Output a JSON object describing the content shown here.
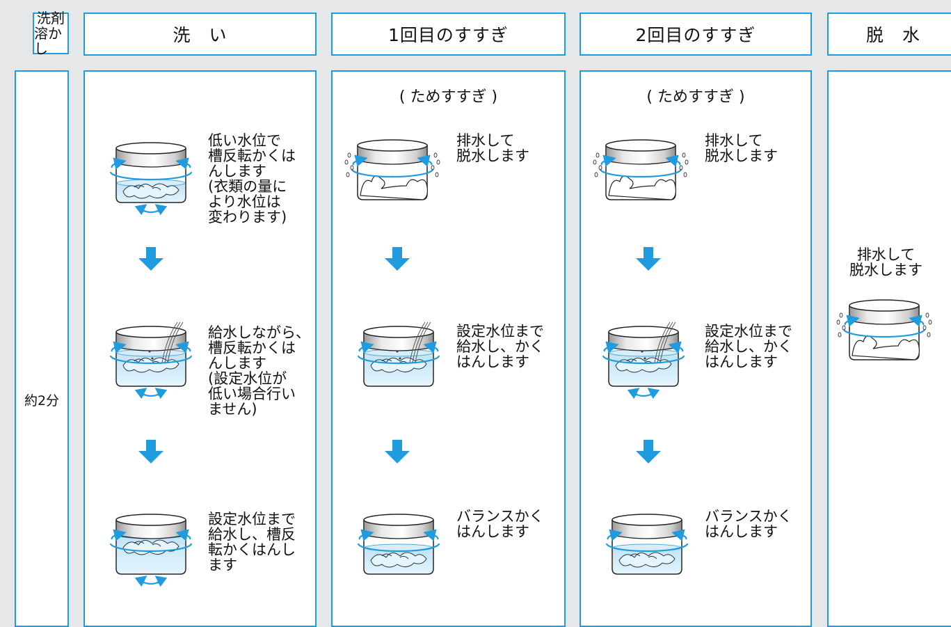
{
  "headers": {
    "detergent": [
      "洗剤",
      "溶かし"
    ],
    "wash": "洗　い",
    "rinse1": "1回目のすすぎ",
    "rinse2": "2回目のすすぎ",
    "spin": "脱　水"
  },
  "detergent": {
    "time": "約2分"
  },
  "wash": {
    "step1": "低い水位で\n槽反転かくは\nんします\n(衣類の量に\nより水位は\n変わります)",
    "step2": "給水しながら、\n槽反転かくは\nんします\n(設定水位が\n低い場合行い\nません)",
    "step3": "設定水位まで\n給水し、槽反\n転かくはんし\nます"
  },
  "rinse1": {
    "subtitle": "( ためすすぎ )",
    "step1": "排水して\n脱水します",
    "step2": "設定水位まで\n給水し、かく\nはんします",
    "step3": "バランスかく\nはんします"
  },
  "rinse2": {
    "subtitle": "( ためすすぎ )",
    "step1": "排水して\n脱水します",
    "step2": "設定水位まで\n給水し、かく\nはんします",
    "step3": "バランスかく\nはんします"
  },
  "spin": {
    "step1": "排水して\n脱水します"
  },
  "colors": {
    "accent": "#1f9be0",
    "water": "#cfeaf8",
    "background": "#e6e7e8"
  }
}
